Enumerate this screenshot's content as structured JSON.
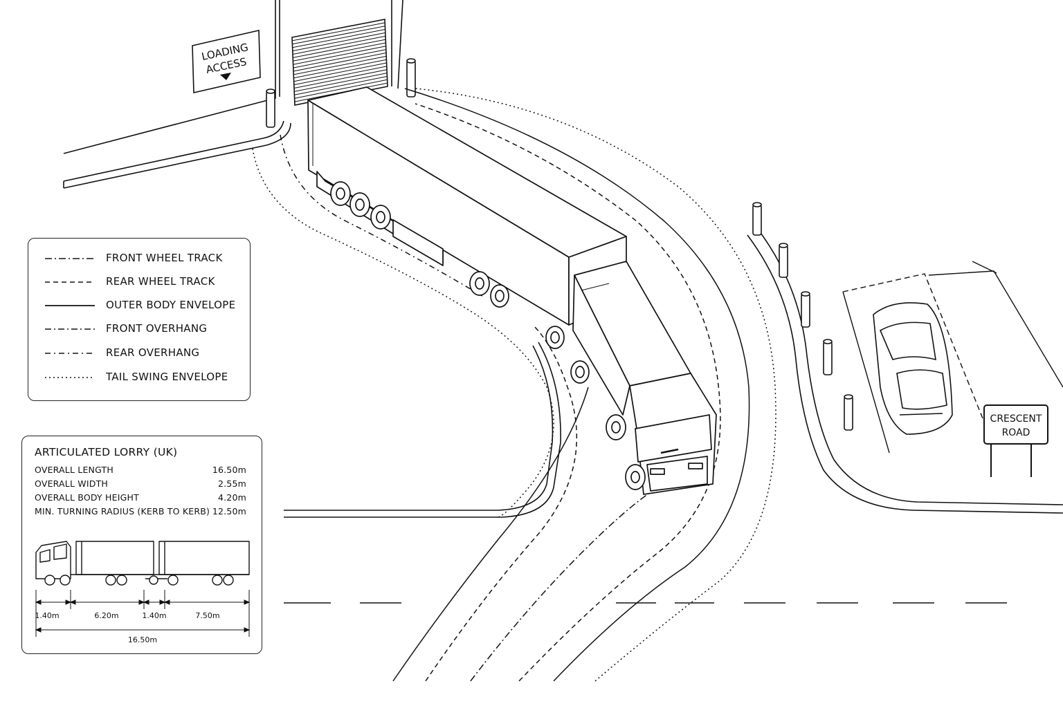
{
  "signs": {
    "loading_line1": "LOADING",
    "loading_line2": "ACCESS",
    "road_line1": "CRESCENT",
    "road_line2": "ROAD"
  },
  "legend": {
    "items": [
      {
        "label": "FRONT WHEEL TRACK",
        "dash": "10 4 2 4"
      },
      {
        "label": "REAR WHEEL TRACK",
        "dash": "7 5"
      },
      {
        "label": "OUTER BODY ENVELOPE",
        "dash": ""
      },
      {
        "label": "FRONT OVERHANG",
        "dash": "9 4 2 4"
      },
      {
        "label": "REAR OVERHANG",
        "dash": "8 5 2 5"
      },
      {
        "label": "TAIL SWING ENVELOPE",
        "dash": "2 4"
      }
    ]
  },
  "specs": {
    "title": "ARTICULATED LORRY (UK)",
    "rows": [
      {
        "label": "OVERALL LENGTH",
        "value": "16.50m"
      },
      {
        "label": "OVERALL WIDTH",
        "value": "2.55m"
      },
      {
        "label": "OVERALL BODY HEIGHT",
        "value": "4.20m"
      },
      {
        "label": "MIN. TURNING RADIUS (KERB TO KERB)",
        "value": "12.50m"
      }
    ],
    "dimensions": [
      "1.40m",
      "6.20m",
      "1.40m",
      "7.50m"
    ],
    "total": "16.50m"
  },
  "colors": {
    "ink": "#111111",
    "paper": "#ffffff"
  }
}
